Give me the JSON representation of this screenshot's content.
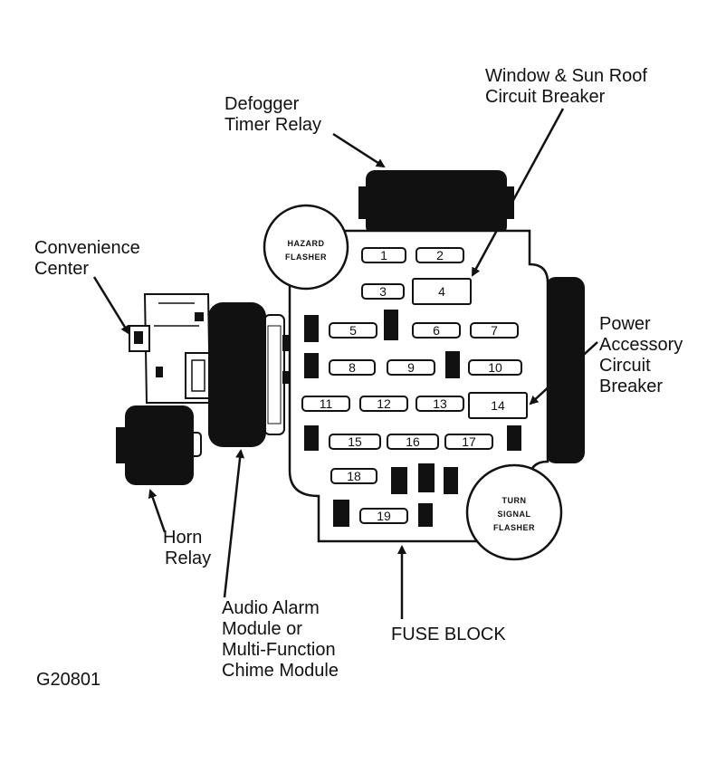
{
  "labels": {
    "defogger": [
      "Defogger",
      "Timer Relay"
    ],
    "window_sunroof": [
      "Window & Sun Roof",
      "Circuit Breaker"
    ],
    "convenience": [
      "Convenience",
      "Center"
    ],
    "power_accessory": [
      "Power",
      "Accessory",
      "Circuit",
      "Breaker"
    ],
    "horn": [
      "Horn",
      "Relay"
    ],
    "audio_alarm": [
      "Audio Alarm",
      "Module or",
      "Multi-Function",
      "Chime Module"
    ],
    "fuse_block": "FUSE BLOCK",
    "figure_id": "G20801"
  },
  "flashers": {
    "hazard": [
      "HAZARD",
      "FLASHER"
    ],
    "turn": [
      "TURN",
      "SIGNAL",
      "FLASHER"
    ]
  },
  "fuses": {
    "f1": "1",
    "f2": "2",
    "f3": "3",
    "f4": "4",
    "f5": "5",
    "f6": "6",
    "f7": "7",
    "f8": "8",
    "f9": "9",
    "f10": "10",
    "f11": "11",
    "f12": "12",
    "f13": "13",
    "f14": "14",
    "f15": "15",
    "f16": "16",
    "f17": "17",
    "f18": "18",
    "f19": "19"
  }
}
